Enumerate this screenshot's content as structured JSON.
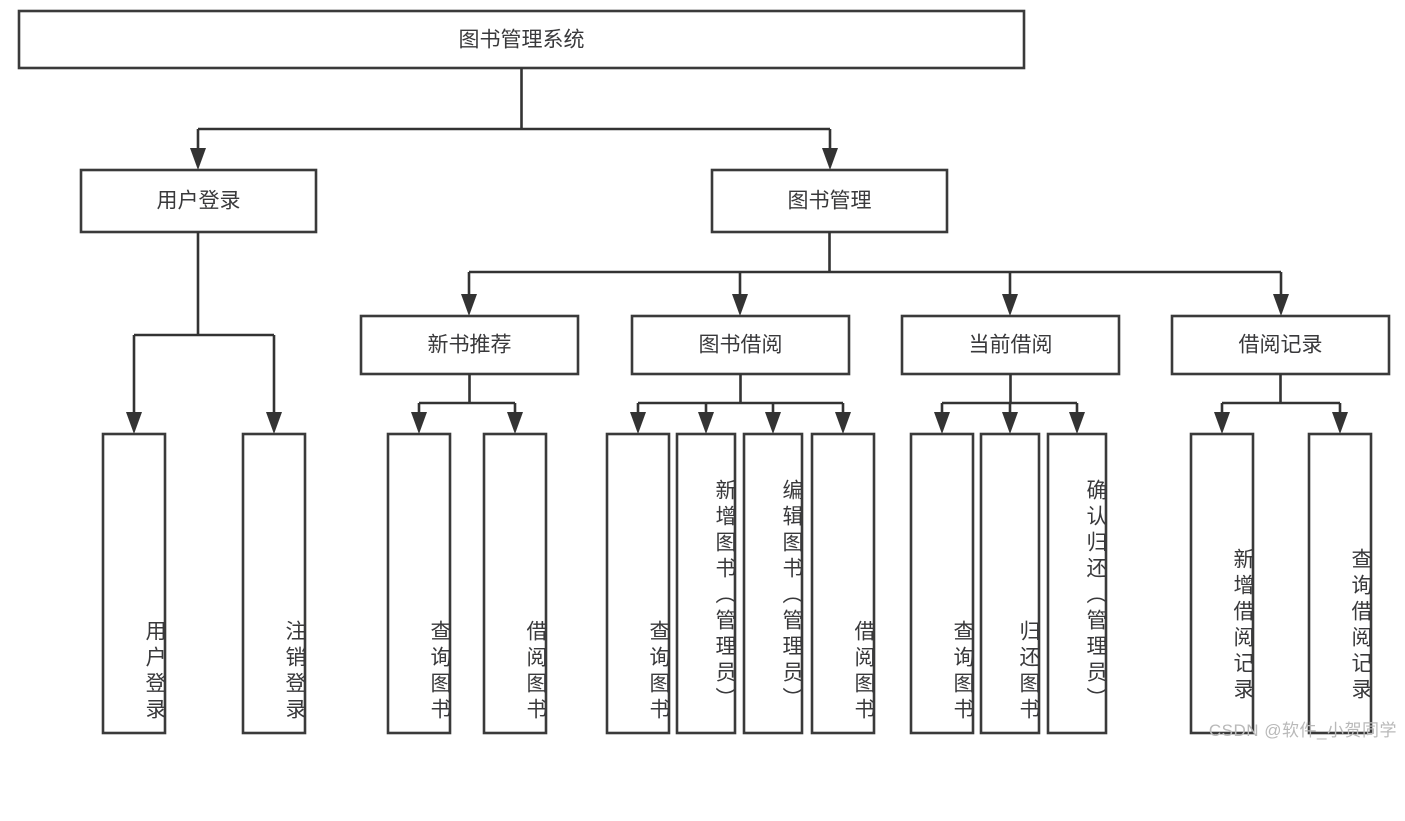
{
  "diagram": {
    "type": "tree",
    "title": "图书管理系统",
    "watermark": "CSDN @软件_小贺同学",
    "colors": {
      "box_stroke": "#3a3a3a",
      "connector": "#333333",
      "text": "#39393b",
      "background": "#ffffff",
      "watermark": "#b9b9b9"
    },
    "nodes": {
      "root": {
        "label": "图书管理系统",
        "orientation": "horizontal"
      },
      "level2": [
        {
          "label": "用户登录",
          "orientation": "horizontal"
        },
        {
          "label": "图书管理",
          "orientation": "horizontal"
        }
      ],
      "level3": [
        {
          "label": "新书推荐",
          "orientation": "horizontal"
        },
        {
          "label": "图书借阅",
          "orientation": "horizontal"
        },
        {
          "label": "当前借阅",
          "orientation": "horizontal"
        },
        {
          "label": "借阅记录",
          "orientation": "horizontal"
        }
      ],
      "leaves": [
        {
          "label": "用户登录",
          "parent": "用户登录",
          "orientation": "vertical"
        },
        {
          "label": "注销登录",
          "parent": "用户登录",
          "orientation": "vertical"
        },
        {
          "label": "查询图书",
          "parent": "新书推荐",
          "orientation": "vertical"
        },
        {
          "label": "借阅图书",
          "parent": "新书推荐",
          "orientation": "vertical"
        },
        {
          "label": "查询图书",
          "parent": "图书借阅",
          "orientation": "vertical"
        },
        {
          "label": "新增图书（管理员）",
          "parent": "图书借阅",
          "orientation": "vertical"
        },
        {
          "label": "编辑图书（管理员）",
          "parent": "图书借阅",
          "orientation": "vertical"
        },
        {
          "label": "借阅图书",
          "parent": "图书借阅",
          "orientation": "vertical"
        },
        {
          "label": "查询图书",
          "parent": "当前借阅",
          "orientation": "vertical"
        },
        {
          "label": "归还图书",
          "parent": "当前借阅",
          "orientation": "vertical"
        },
        {
          "label": "确认归还（管理员）",
          "parent": "当前借阅",
          "orientation": "vertical"
        },
        {
          "label": "新增借阅记录",
          "parent": "借阅记录",
          "orientation": "vertical"
        },
        {
          "label": "查询借阅记录",
          "parent": "借阅记录",
          "orientation": "vertical"
        }
      ]
    }
  }
}
